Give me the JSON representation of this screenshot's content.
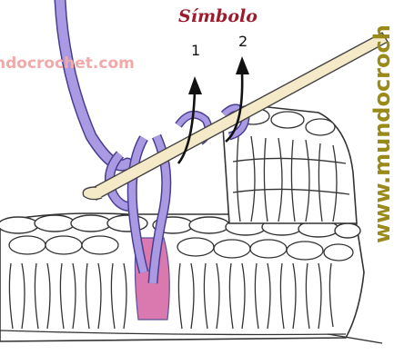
{
  "diagram": {
    "symbol_label": "Símbolo",
    "label_1": "1",
    "label_2": "2",
    "watermark_top": "ndocrochet.com",
    "watermark_side": "www.mundocroch"
  },
  "colors": {
    "yarn": "#a99ae3",
    "yarn_outline": "#4a3f8f",
    "highlight_stitch": "#d76aa8",
    "hook": "#f4eac8",
    "symbol_text": "#9e1b2e",
    "watermark_top": "#f2a9a9",
    "watermark_side": "#9a8a1a"
  }
}
